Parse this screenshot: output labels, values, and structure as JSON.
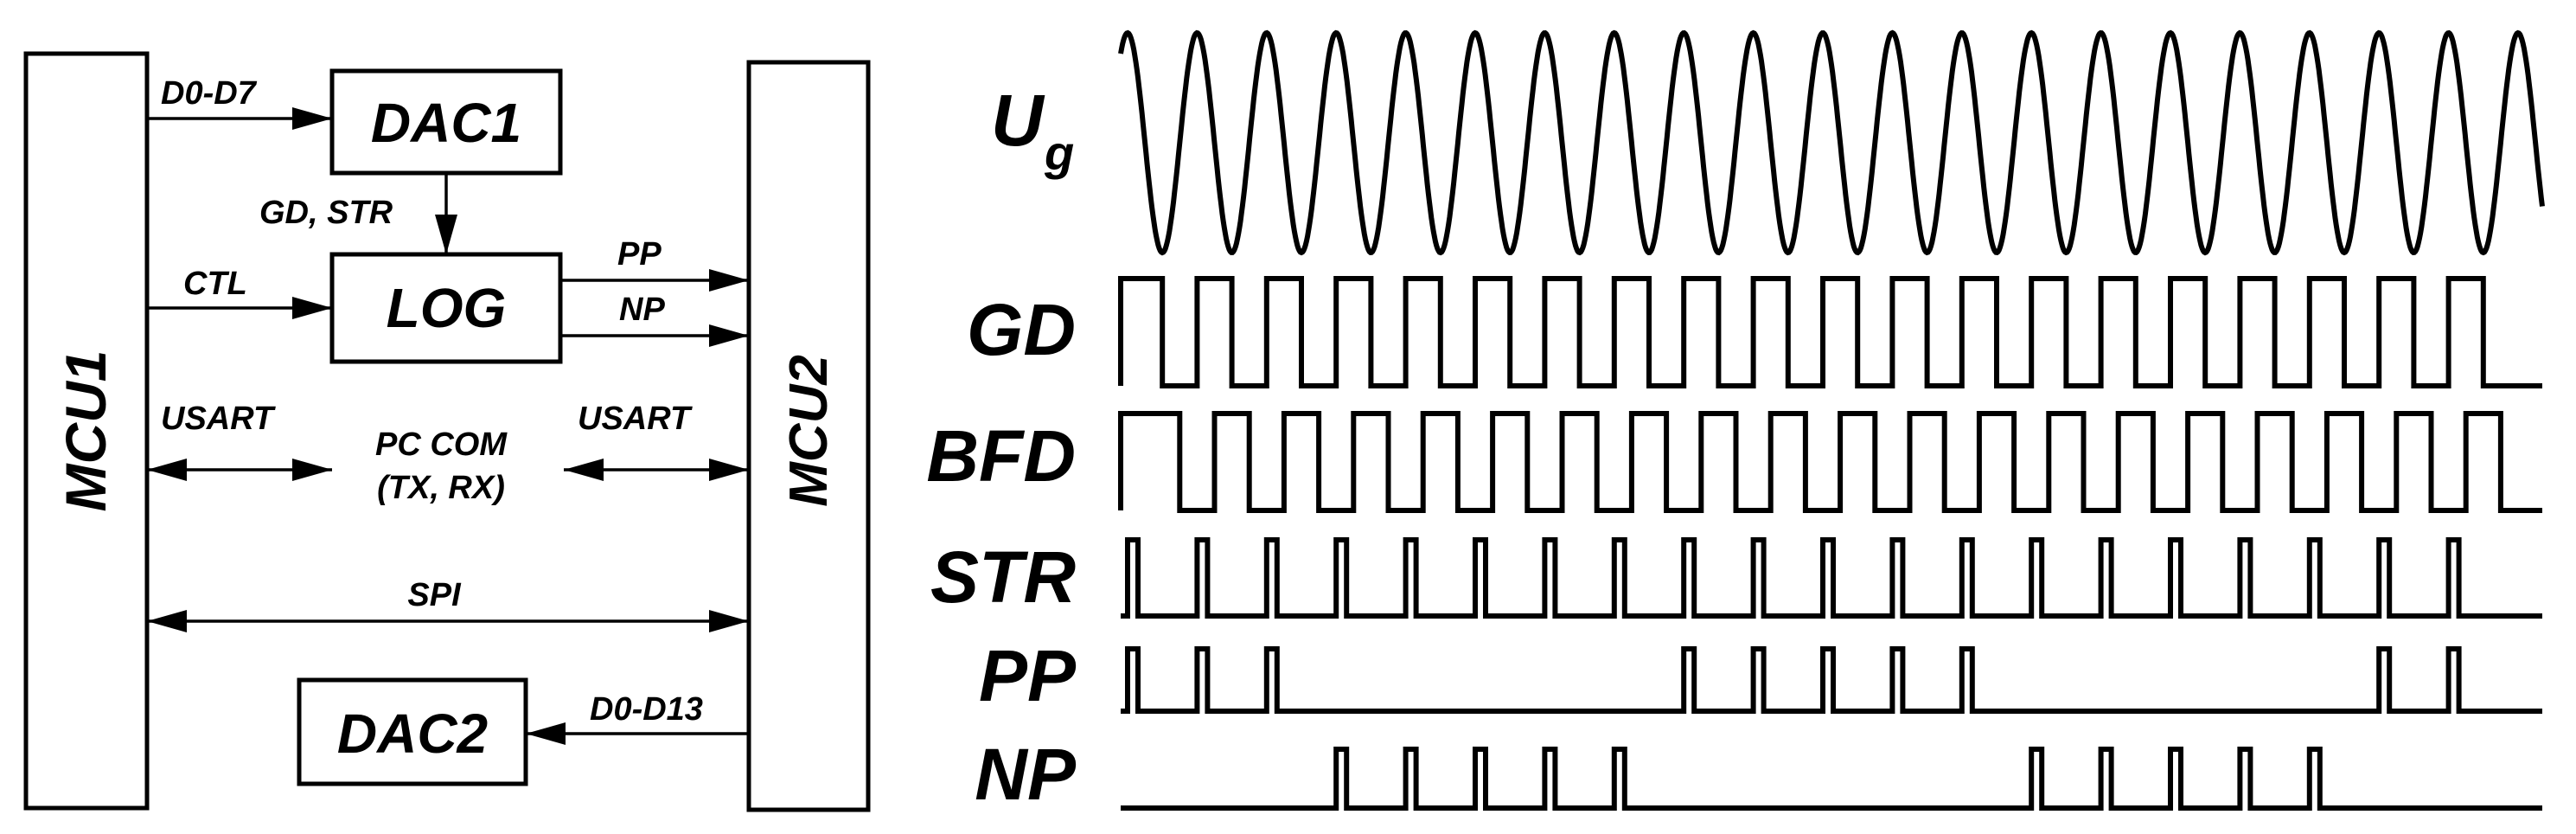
{
  "block_diagram": {
    "blocks": {
      "mcu1": "MCU1",
      "mcu2": "MCU2",
      "dac1": "DAC1",
      "dac2": "DAC2",
      "log": "LOG"
    },
    "signals": {
      "d0_d7": "D0-D7",
      "gd_str": "GD, STR",
      "ctl": "CTL",
      "pp": "PP",
      "np": "NP",
      "usart_left": "USART",
      "usart_right": "USART",
      "pc_com_1": "PC COM",
      "pc_com_2": "(TX, RX)",
      "spi": "SPI",
      "d0_d13": "D0-D13"
    }
  },
  "timing_diagram": {
    "traces": [
      {
        "key": "ug",
        "label": "U",
        "subscript": "g",
        "kind": "sine",
        "cycles": 20
      },
      {
        "key": "gd",
        "label": "GD",
        "kind": "square",
        "cycles": 20
      },
      {
        "key": "bfd",
        "label": "BFD",
        "kind": "square",
        "cycles": 20,
        "phase_shift": 0.25
      },
      {
        "key": "str",
        "label": "STR",
        "kind": "pulses",
        "pulses": [
          1,
          1,
          1,
          1,
          1,
          1,
          1,
          1,
          1,
          1,
          1,
          1,
          1,
          1,
          1,
          1,
          1,
          1,
          1,
          1
        ]
      },
      {
        "key": "pp",
        "label": "PP",
        "kind": "pulses",
        "pulses": [
          1,
          1,
          1,
          0,
          0,
          0,
          0,
          0,
          1,
          1,
          1,
          1,
          1,
          0,
          0,
          0,
          0,
          0,
          1,
          1
        ]
      },
      {
        "key": "np",
        "label": "NP",
        "kind": "pulses",
        "pulses": [
          0,
          0,
          0,
          1,
          1,
          1,
          1,
          1,
          0,
          0,
          0,
          0,
          0,
          1,
          1,
          1,
          1,
          1,
          0,
          0
        ]
      }
    ]
  }
}
